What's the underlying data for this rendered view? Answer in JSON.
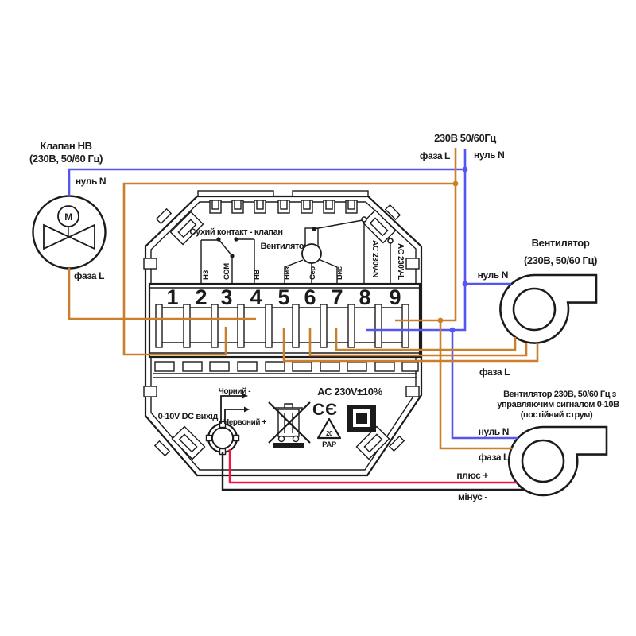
{
  "colors": {
    "phase_wire": "#c97f2b",
    "neutral_wire": "#5457ef",
    "plus_wire": "#f31240",
    "minus_wire": "#1b1b1b",
    "outline": "#1b1b1b"
  },
  "valve": {
    "title_line1": "Клапан НВ",
    "title_line2": "(230В, 50/60 Гц)",
    "motor_letter": "M",
    "label_neutral": "нуль N",
    "label_phase": "фаза L"
  },
  "power": {
    "title": "230В 50/60Гц",
    "label_phase": "фаза L",
    "label_neutral": "нуль N"
  },
  "fan1": {
    "title_line1": "Вентилятор",
    "title_line2": "(230В, 50/60 Гц)",
    "label_neutral": "нуль N",
    "label_phase": "фаза L"
  },
  "fan2": {
    "title_line1": "Вентилятор 230В, 50/60 Гц з",
    "title_line2": "управляючим сигналом 0-10В",
    "title_line3": "(постійний струм)",
    "label_neutral": "нуль N",
    "label_phase": "фаза L",
    "label_plus": "плюс +",
    "label_minus": "мінус -"
  },
  "thermostat": {
    "dry_contact_label": "Сухий контакт - клапан",
    "fan_switch_label": "Вентилятор",
    "terminal_numbers": [
      "1",
      "2",
      "3",
      "4",
      "5",
      "6",
      "7",
      "8",
      "9"
    ],
    "terminal_labels": {
      "t2": "НЗ",
      "t3": "СОМ",
      "t4": "НВ",
      "t5": "Низ",
      "t6": "Сер",
      "t7": "Вис",
      "t8": "AC 230V-N",
      "t9": "AC 230V-L"
    },
    "bottom": {
      "dc_output_label": "0-10V DC вихід",
      "black_label": "Чорний -",
      "red_label": "Червоний +",
      "rating": "AC 230V±10%",
      "ce_mark": "CЄ",
      "recycle_code": "20",
      "recycle_material": "PAP"
    }
  }
}
